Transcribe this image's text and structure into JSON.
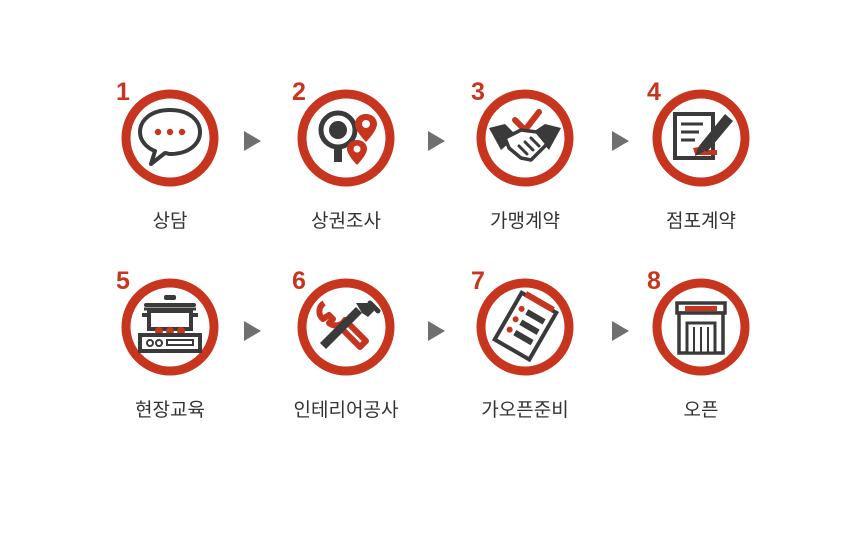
{
  "colors": {
    "accent": "#c8351f",
    "icon": "#3a3a3a",
    "arrow": "#6f6f6f",
    "text": "#333333"
  },
  "steps": [
    {
      "number": "1",
      "label": "상담",
      "icon": "speech-bubble-icon"
    },
    {
      "number": "2",
      "label": "상권조사",
      "icon": "magnifier-location-icon"
    },
    {
      "number": "3",
      "label": "가맹계약",
      "icon": "handshake-icon"
    },
    {
      "number": "4",
      "label": "점포계약",
      "icon": "contract-pen-icon"
    },
    {
      "number": "5",
      "label": "현장교육",
      "icon": "cooking-pot-icon"
    },
    {
      "number": "6",
      "label": "인테리어공사",
      "icon": "tools-icon"
    },
    {
      "number": "7",
      "label": "가오픈준비",
      "icon": "checklist-icon"
    },
    {
      "number": "8",
      "label": "오픈",
      "icon": "storefront-icon"
    }
  ]
}
